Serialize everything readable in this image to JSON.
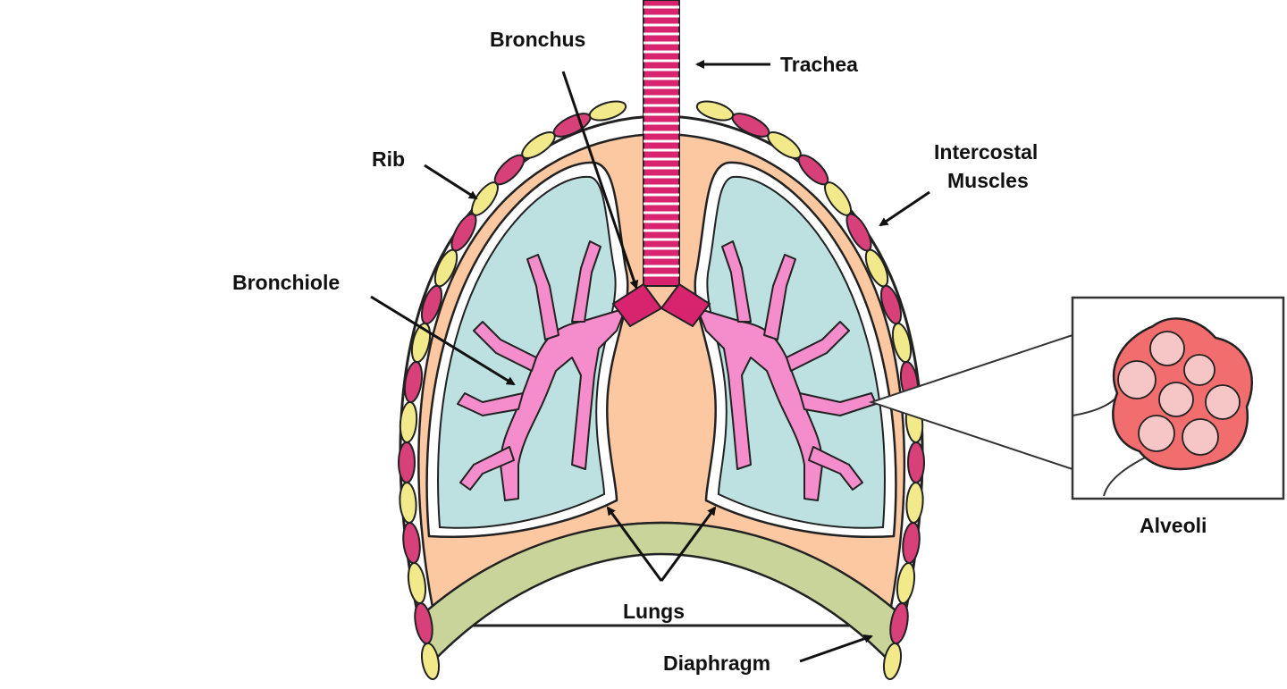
{
  "labels": {
    "trachea": "Trachea",
    "bronchus": "Bronchus",
    "rib": "Rib",
    "intercostal_line1": "Intercostal",
    "intercostal_line2": "Muscles",
    "bronchiole": "Bronchiole",
    "alveoli": "Alveoli",
    "lungs": "Lungs",
    "diaphragm": "Diaphragm"
  },
  "colors": {
    "trachea": "#d8236e",
    "bronchial_tree": "#f58ccb",
    "lung_tissue": "#bde0e0",
    "pleural_cavity": "#fbc8a2",
    "diaphragm": "#c8d49a",
    "rib": "#f2ea8a",
    "intercostal_muscle": "#d8407a",
    "alveoli_outer": "#f26d6d",
    "alveoli_inner": "#f6c6c6"
  }
}
